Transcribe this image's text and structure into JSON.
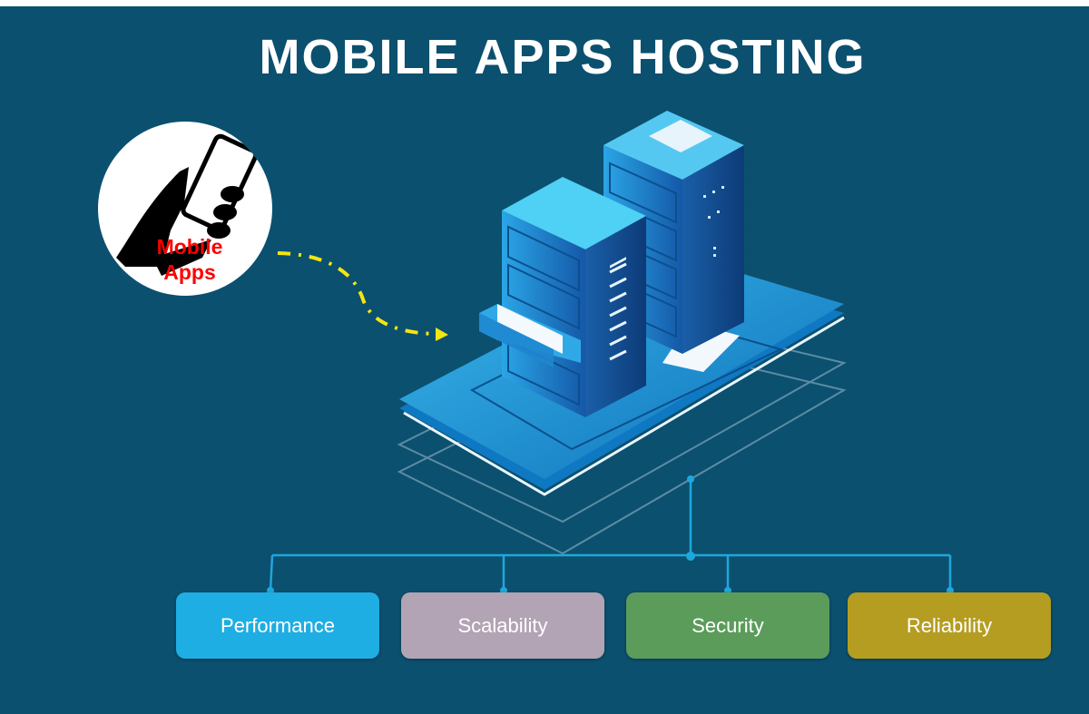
{
  "title": "MOBILE APPS HOSTING",
  "source": {
    "label": "Mobile Apps",
    "icon": "hand-holding-phone-icon"
  },
  "hub": {
    "icon": "server-stack-icon"
  },
  "features": [
    {
      "label": "Performance",
      "color": "#1eaee3"
    },
    {
      "label": "Scalability",
      "color": "#b2a4b4"
    },
    {
      "label": "Security",
      "color": "#5b9c5b"
    },
    {
      "label": "Reliability",
      "color": "#b59d22"
    }
  ],
  "colors": {
    "background": "#0b506f",
    "connector": "#1ea7dc",
    "arrow": "#f5e512"
  }
}
